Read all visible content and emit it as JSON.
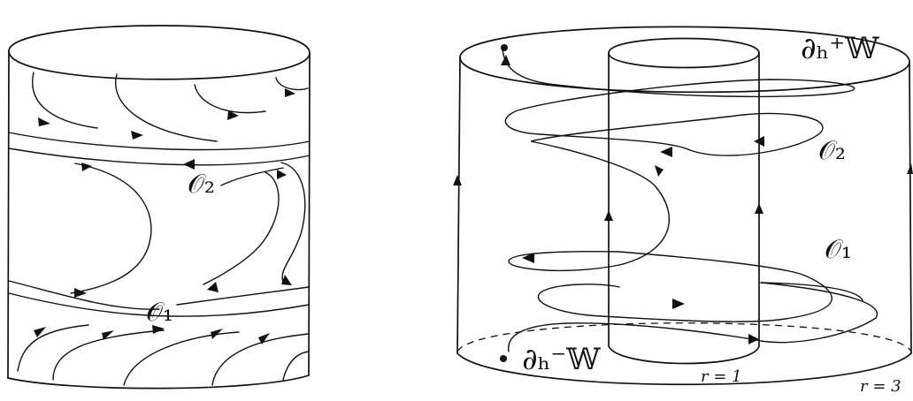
{
  "left_figure": {
    "labels": {
      "orbit_2": "𝒪₂",
      "orbit_1": "𝒪₁"
    }
  },
  "right_figure": {
    "labels": {
      "top_boundary": "∂ₕ⁺𝕎",
      "bottom_boundary": "∂ₕ⁻𝕎",
      "orbit_2": "𝒪₂",
      "orbit_1": "𝒪₁",
      "inner_radius": "r = 1",
      "outer_radius": "r = 3"
    }
  }
}
